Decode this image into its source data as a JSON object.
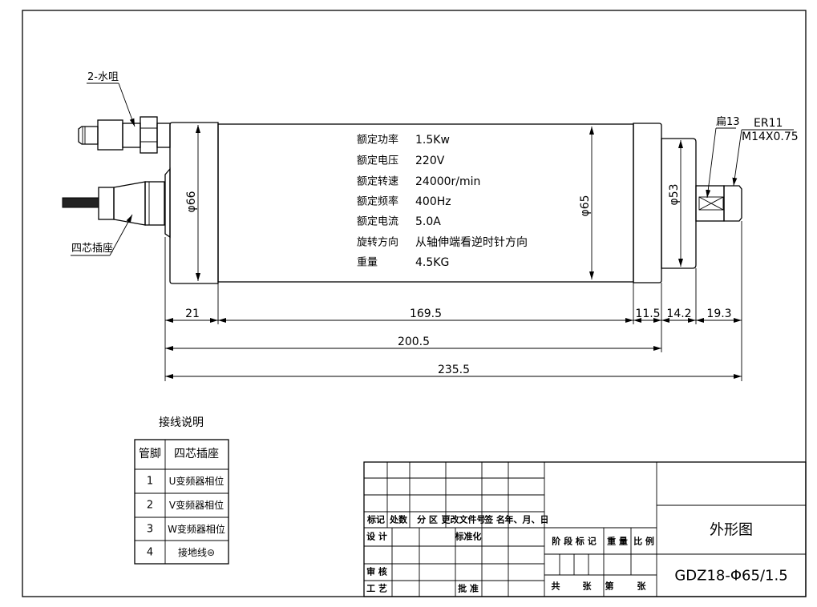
{
  "labels": {
    "water_nozzle": "2-水咀",
    "connector": "四芯插座",
    "flat": "扁13",
    "collet": "ER11",
    "thread": "M14X0.75"
  },
  "diameters": {
    "rear_cap": "φ66",
    "body": "φ65",
    "nose": "φ53"
  },
  "specs": [
    {
      "label": "额定功率",
      "value": "1.5Kw"
    },
    {
      "label": "额定电压",
      "value": "220V"
    },
    {
      "label": "额定转速",
      "value": "24000r/min"
    },
    {
      "label": "额定频率",
      "value": "400Hz"
    },
    {
      "label": "额定电流",
      "value": "5.0A"
    },
    {
      "label": "旋转方向",
      "value": "从轴伸端看逆时针方向"
    },
    {
      "label": "重量",
      "value": "4.5KG"
    }
  ],
  "dimensions": {
    "rear_cap": "21",
    "body": "169.5",
    "front_ring": "11.5",
    "nose": "14.2",
    "shaft": "19.3",
    "housing_total": "200.5",
    "overall": "235.5"
  },
  "wiring": {
    "title": "接线说明",
    "headers": [
      "管脚",
      "四芯插座"
    ],
    "rows": [
      {
        "pin": "1",
        "desc": "U变频器相位"
      },
      {
        "pin": "2",
        "desc": "V变频器相位"
      },
      {
        "pin": "3",
        "desc": "W变频器相位"
      },
      {
        "pin": "4",
        "desc": "接地线⊜"
      }
    ]
  },
  "title_block": {
    "rev_headers": [
      "标记",
      "处数",
      "分 区",
      "更改文件号",
      "签 名",
      "年、月、日"
    ],
    "design": "设 计",
    "standardize": "标准化",
    "review": "审 核",
    "process": "工 艺",
    "approve": "批 准",
    "stage_mark": "阶 段 标 记",
    "weight": "重 量",
    "scale": "比 例",
    "total_sheets": "共",
    "sheets_unit": "张",
    "sheet_no": "第",
    "sheet_unit2": "张",
    "drawing_name": "外形图",
    "drawing_no": "GDZ18-Φ65/1.5"
  }
}
